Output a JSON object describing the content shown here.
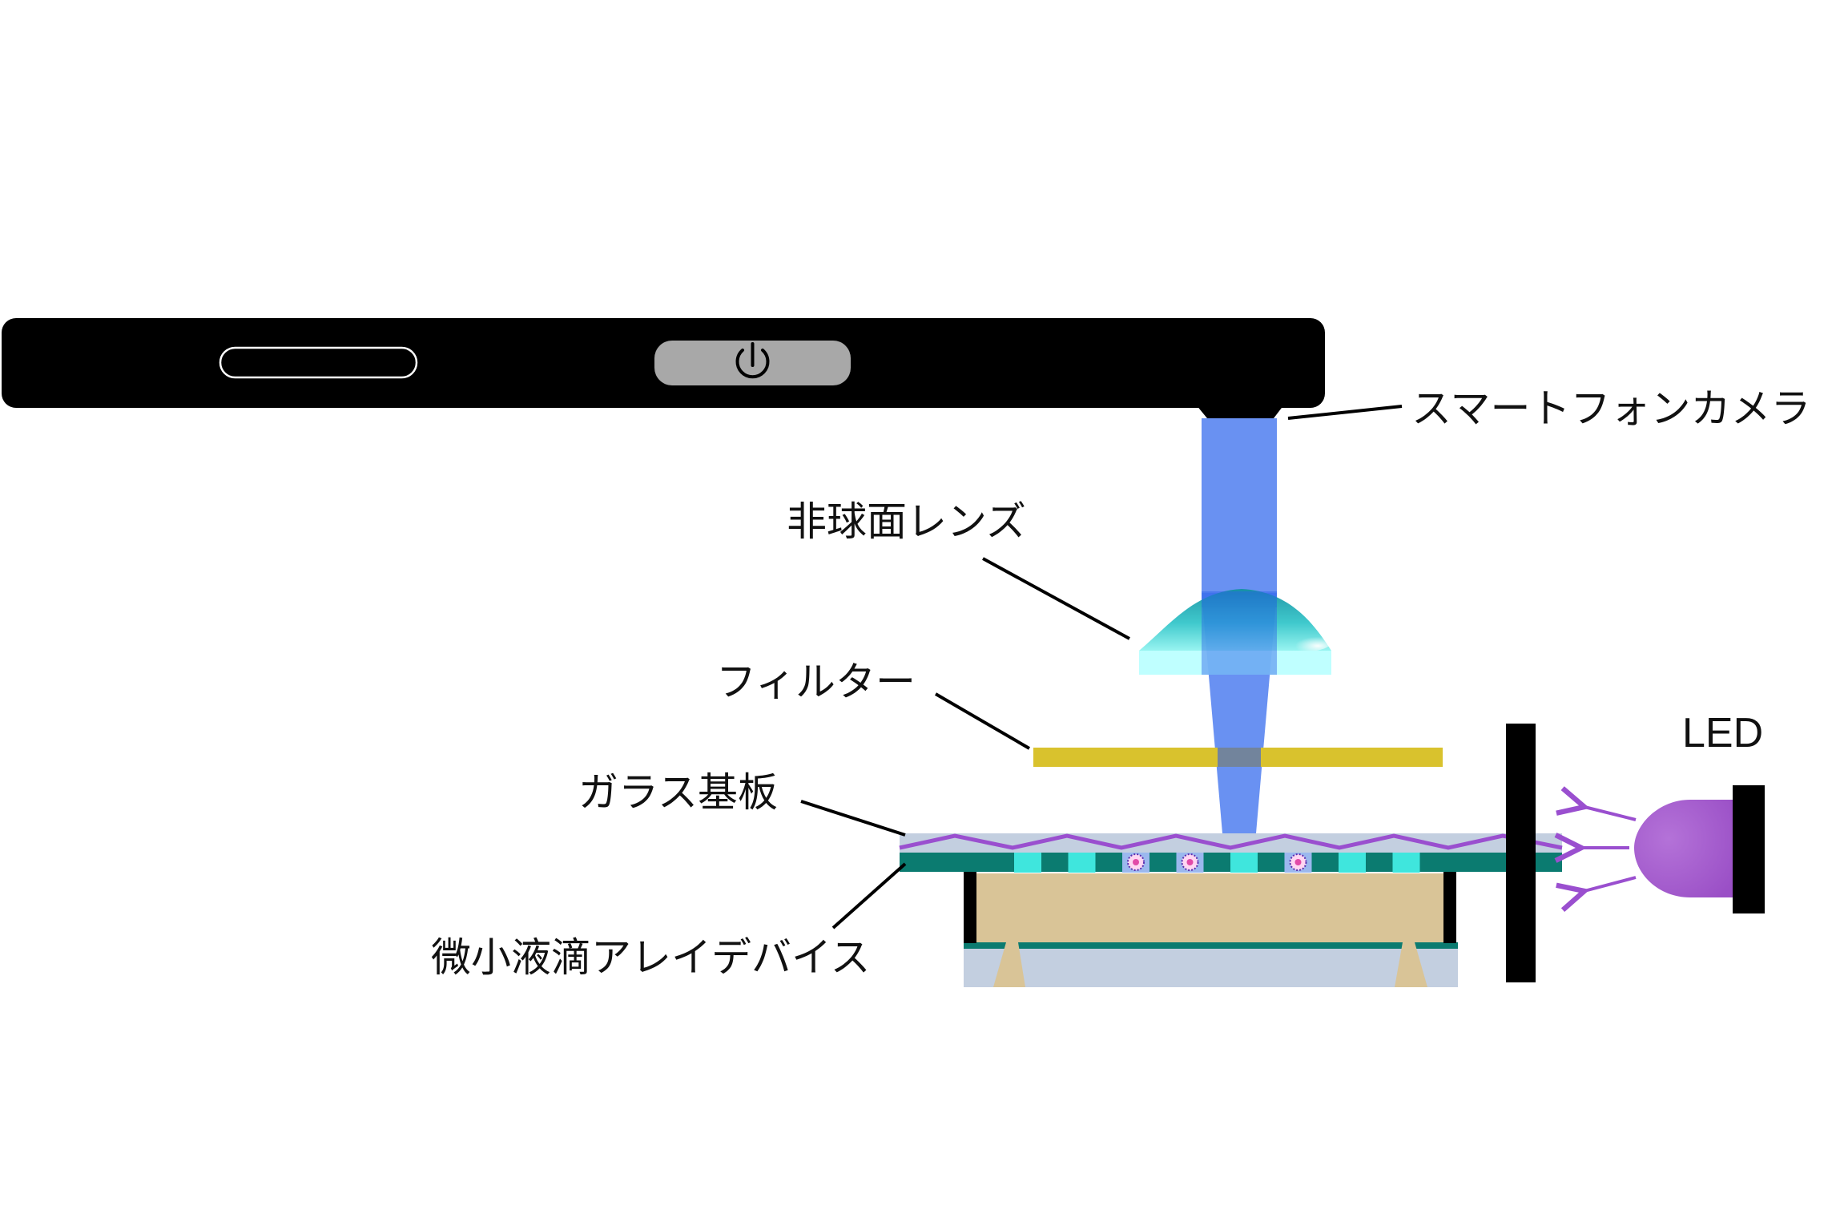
{
  "labels": {
    "camera": "スマートフォンカメラ",
    "lens": "非球面レンズ",
    "filter": "フィルター",
    "glass": "ガラス基板",
    "device": "微小液滴アレイデバイス",
    "led": "LED"
  },
  "icons": {
    "power": "power-icon"
  },
  "colors": {
    "phone": "#000000",
    "beam": "#4f7ef0",
    "lens_top": "#1eb3b8",
    "lens_base": "#b8ffff",
    "filter": "#d9c22d",
    "glass": "#c3cfe0",
    "teal_layer": "#0b7b70",
    "droplet": "#3fe6dd",
    "chamber": "#d9c497",
    "led": "#a35bc9",
    "light_wave": "#9a4fcf"
  },
  "droplets": [
    {
      "fluorescent": false
    },
    {
      "fluorescent": false
    },
    {
      "fluorescent": true
    },
    {
      "fluorescent": true
    },
    {
      "fluorescent": false
    },
    {
      "fluorescent": true
    },
    {
      "fluorescent": false
    },
    {
      "fluorescent": false
    }
  ]
}
